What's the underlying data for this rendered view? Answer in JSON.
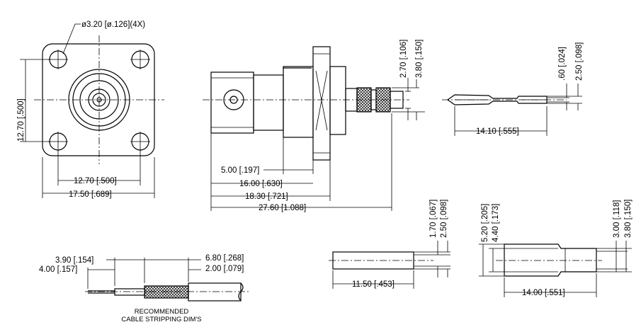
{
  "drawing": {
    "front_view": {
      "hole_callout": "ø3.20 [ø.126](4X)",
      "height_dim": "12.70 [.500]",
      "hole_spacing_dim": "12.70 [.500]",
      "flange_width_dim": "17.50 [.689]"
    },
    "side_view": {
      "dim_5": "5.00 [.197]",
      "dim_16": "16.00 [.630]",
      "dim_18": "18.30 [.721]",
      "dim_27": "27.60 [1.088]",
      "dim_270": "2.70 [.106]",
      "dim_380": "3.80 [.150]"
    },
    "pin": {
      "dim_060": ".60 [.024]",
      "dim_250": "2.50 [.098]",
      "dim_length": "14.10 [.555]"
    },
    "stripping": {
      "dim_390": "3.90 [.154]",
      "dim_400": "4.00 [.157]",
      "dim_680": "6.80 [.268]",
      "dim_200": "2.00 [.079]",
      "caption_line1": "RECOMMENDED",
      "caption_line2": "CABLE STRIPPING DIM'S"
    },
    "tube": {
      "dim_170": "1.70 [.067]",
      "dim_250": "2.50 [.098]",
      "dim_length": "11.50 [.453]"
    },
    "ferrule": {
      "dim_520": "5.20 [.205]",
      "dim_440": "4.40 [.173]",
      "dim_300": "3.00 [.118]",
      "dim_380": "3.80 [.150]",
      "dim_length": "14.00 [.551]"
    }
  }
}
